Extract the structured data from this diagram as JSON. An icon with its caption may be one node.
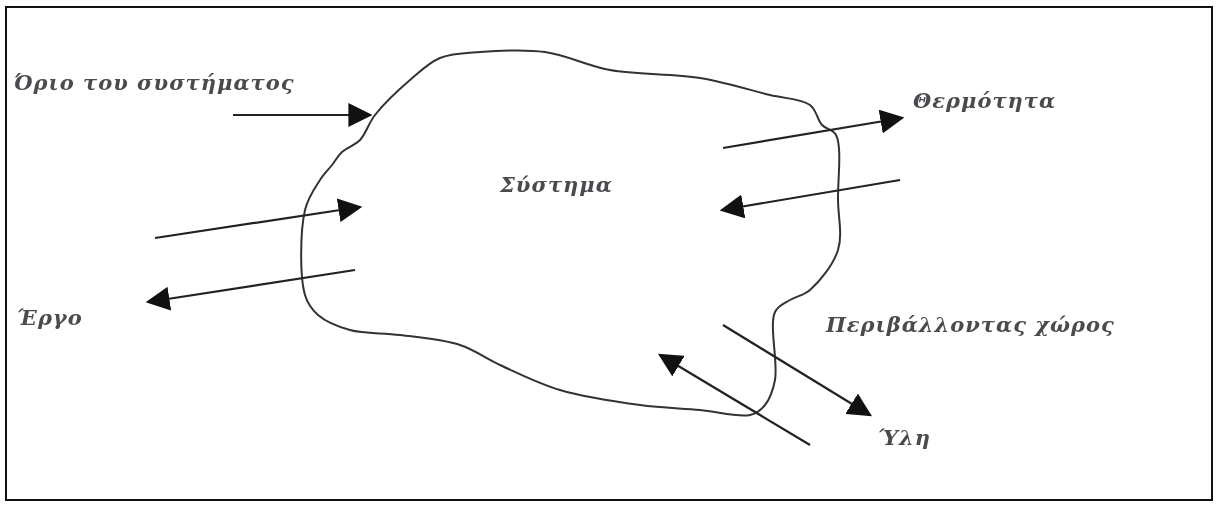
{
  "diagram": {
    "nodes": [
      {
        "text": [
          "Όριο του συστήματος"
        ]
      },
      {
        "text": [
          "Θερμότητα"
        ]
      },
      {
        "text": [
          "Σύστημα"
        ]
      },
      {
        "text": [
          "Έργο"
        ]
      },
      {
        "text": [
          "Ύλη"
        ]
      }
    ],
    "edges": [
      {
        "from": 0,
        "to": 2,
        "arrow": "to"
      },
      {
        "from": 2,
        "to": 1,
        "arrow": "to"
      },
      {
        "from": null,
        "to": 2,
        "arrow": "to"
      },
      {
        "from": null,
        "to": 2,
        "arrow": "to"
      },
      {
        "from": 2,
        "to": 3,
        "arrow": "to"
      },
      {
        "from": 2,
        "to": 4,
        "arrow": "to"
      },
      {
        "from": null,
        "to": 2,
        "arrow": "to"
      }
    ],
    "labels": [
      "Περιβάλλοντας χώρος"
    ]
  }
}
